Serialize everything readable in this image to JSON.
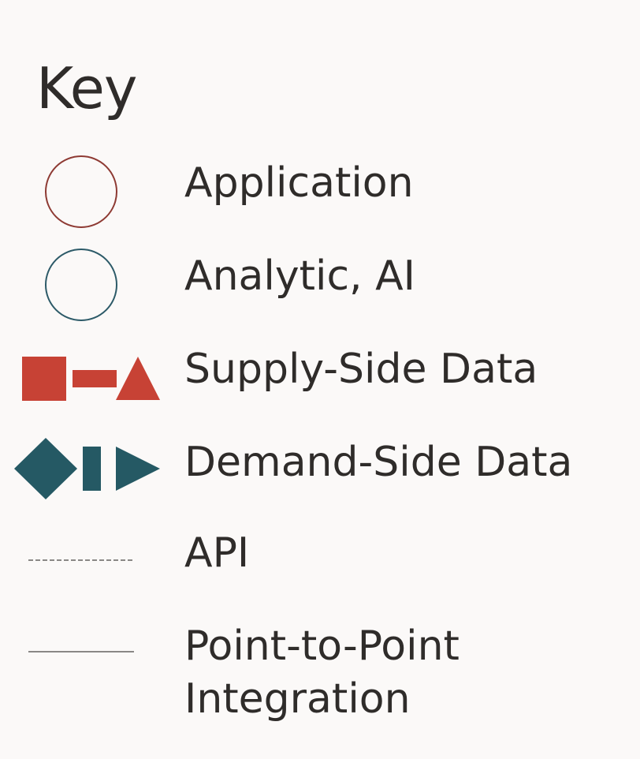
{
  "key": {
    "title": "Key",
    "items": [
      {
        "label": "Application",
        "icon": "circle-outline",
        "color": "#8e3a33"
      },
      {
        "label": "Analytic, AI",
        "icon": "circle-outline",
        "color": "#2c5a68"
      },
      {
        "label": "Supply-Side Data",
        "icon": "square-rectangle-triangle",
        "color": "#c74235"
      },
      {
        "label": "Demand-Side Data",
        "icon": "diamond-bar-play",
        "color": "#255964"
      },
      {
        "label": "API",
        "icon": "dashed-line",
        "color": "#8a8886"
      },
      {
        "label": "Point-to-Point",
        "label_line2": "Integration",
        "icon": "solid-line",
        "color": "#8a8886"
      }
    ]
  }
}
